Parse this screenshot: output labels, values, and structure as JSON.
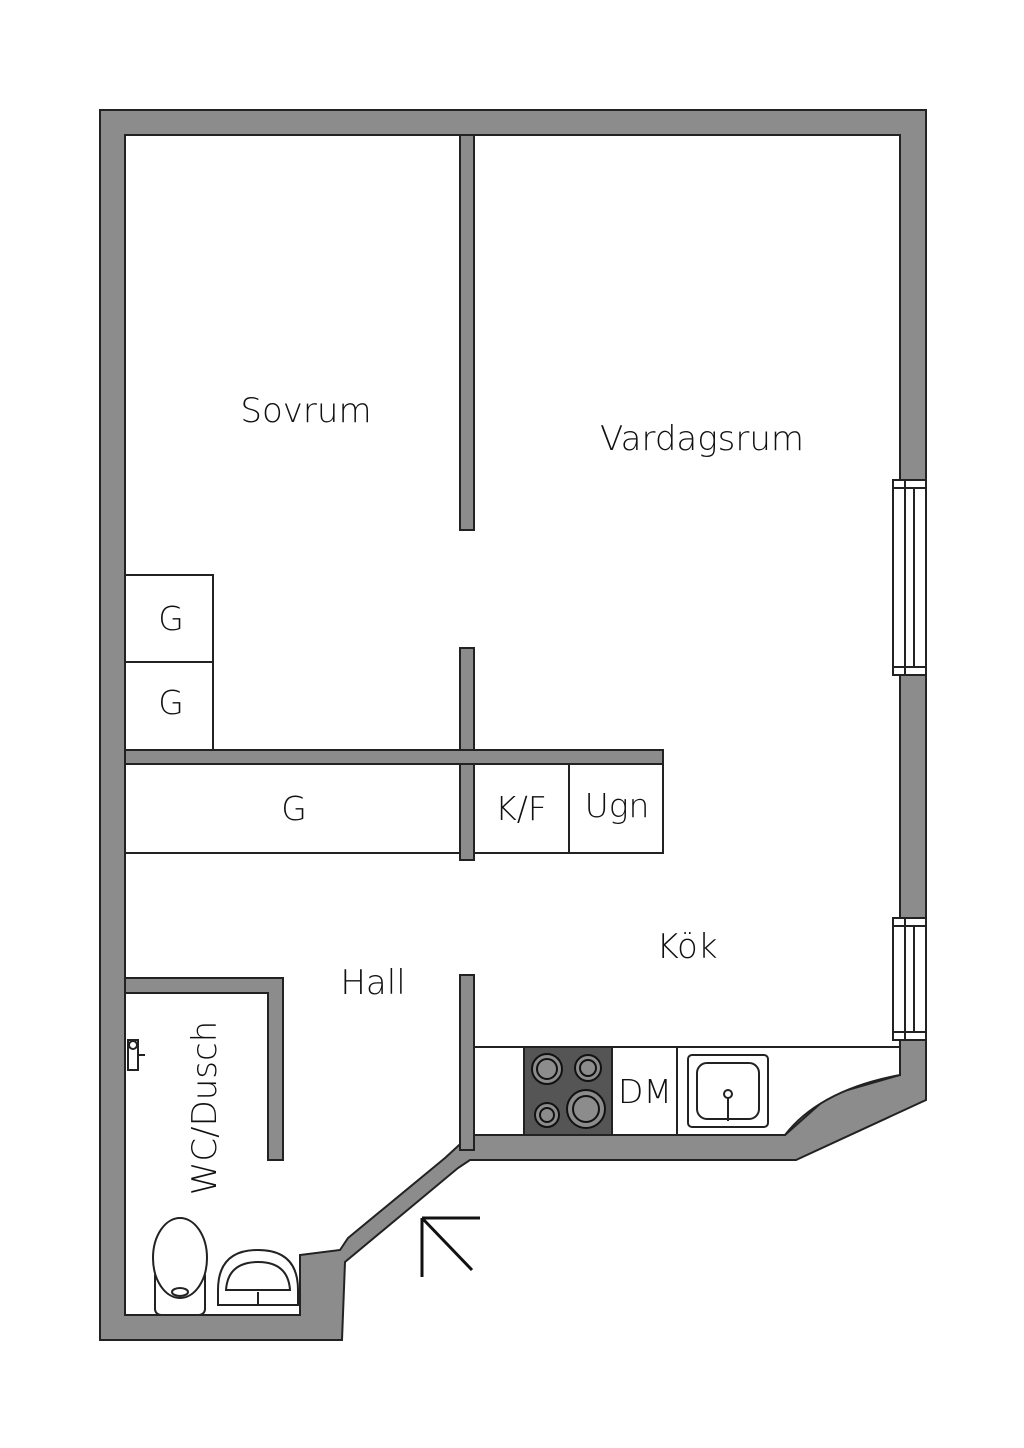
{
  "rooms": {
    "bedroom": "Sovrum",
    "living_room": "Vardagsrum",
    "hall": "Hall",
    "kitchen": "Kök",
    "bathroom": "WC/Dusch"
  },
  "fixtures": {
    "wardrobe_upper": "G",
    "wardrobe_lower": "G",
    "wardrobe_hall": "G",
    "fridge_freezer": "K/F",
    "oven": "Ugn",
    "dishwasher": "DM"
  },
  "colors": {
    "wall": "#8c8c8c",
    "outline": "#222222",
    "stove": "#555555"
  }
}
